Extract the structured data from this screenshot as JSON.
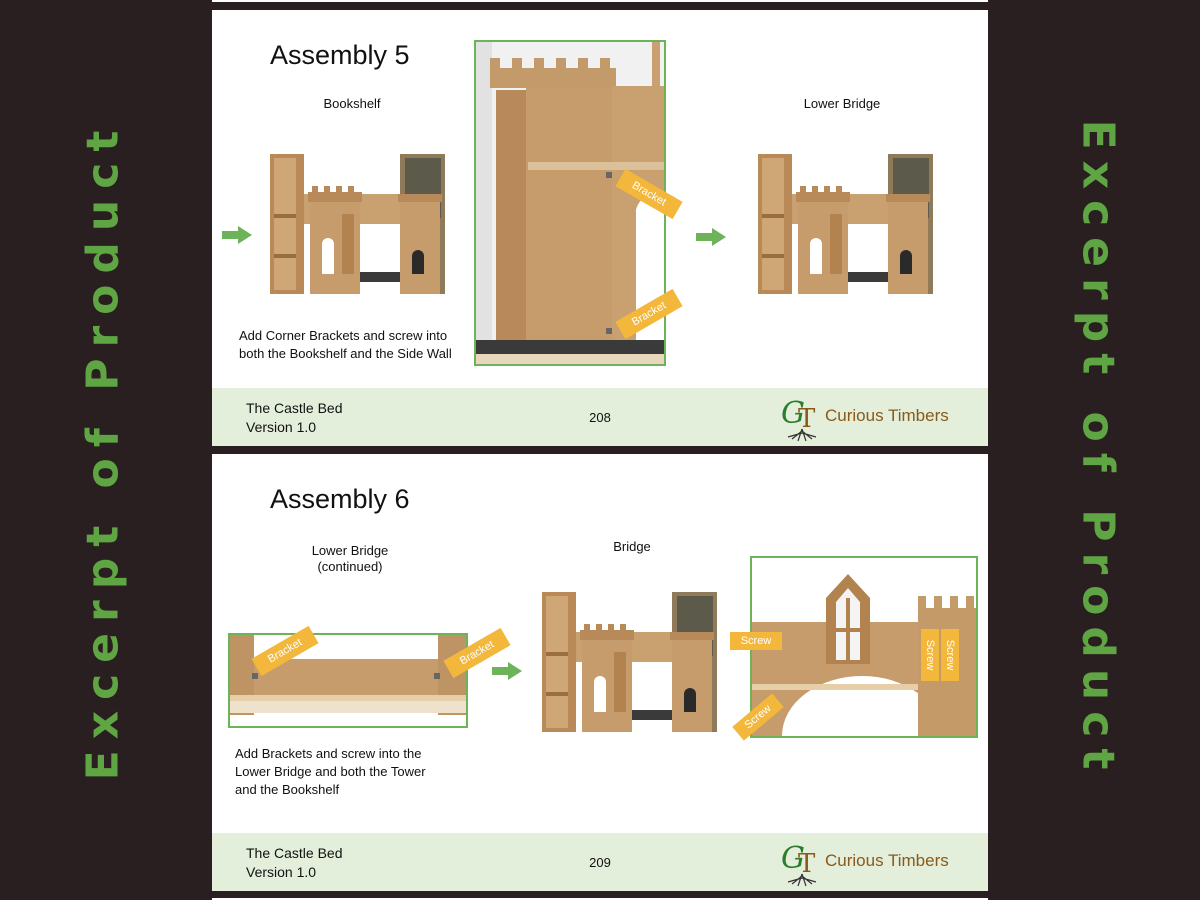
{
  "watermark": {
    "left": "Excerpt of Product",
    "right": "Excerpt of Product"
  },
  "pages": [
    {
      "title": "Assembly 5",
      "left_caption": "Bookshelf",
      "right_caption": "Lower Bridge",
      "callouts": [
        "Bracket",
        "Bracket"
      ],
      "note_lines": [
        "Add Corner Brackets and screw into",
        "both the Bookshelf and the Side Wall"
      ],
      "footer": {
        "doc_title": "The Castle Bed",
        "version": "Version 1.0",
        "page_number": "208",
        "brand": "Curious Timbers"
      }
    },
    {
      "title": "Assembly 6",
      "left_caption_lines": [
        "Lower Bridge",
        "(continued)"
      ],
      "center_caption": "Bridge",
      "left_callouts": [
        "Bracket",
        "Bracket"
      ],
      "right_callouts": [
        "Screw",
        "Screw",
        "Screw",
        "Screw"
      ],
      "note_lines": [
        "Add Brackets and screw into the",
        "Lower Bridge and both the Tower",
        "and the Bookshelf"
      ],
      "footer": {
        "doc_title": "The Castle Bed",
        "version": "Version 1.0",
        "page_number": "209",
        "brand": "Curious Timbers"
      }
    }
  ],
  "colors": {
    "accent_green": "#6cb35a",
    "wood": "#c69c6d",
    "callout": "#f3b73b",
    "footer_bg": "#e3efda"
  }
}
